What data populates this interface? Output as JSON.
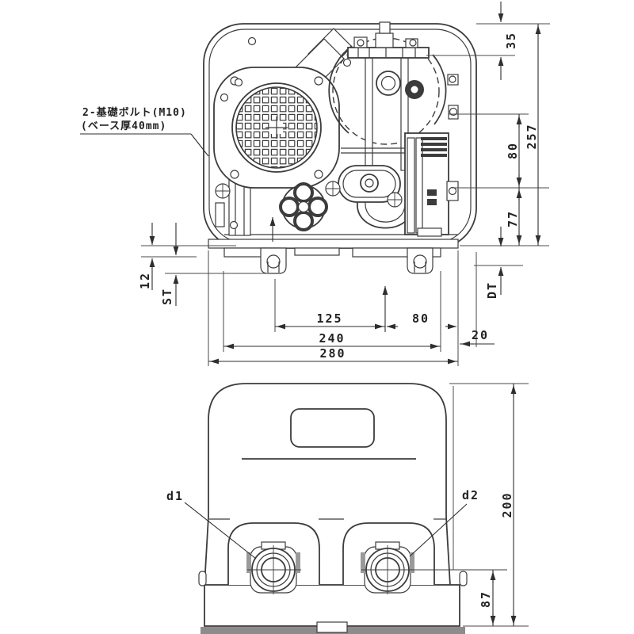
{
  "callout": {
    "line1": "2-基礎ボルト(M10)",
    "line2": "(ベース厚40mm)"
  },
  "plan_view_dims": {
    "d35": "35",
    "d80_right": "80",
    "d257": "257",
    "d77": "77",
    "dDT": "DT",
    "d12": "12",
    "dST": "ST",
    "d125": "125",
    "d80_bottom": "80",
    "d240": "240",
    "d20": "20",
    "d280": "280"
  },
  "front_view": {
    "port_labels": {
      "d1": "d1",
      "d2": "d2"
    },
    "dims": {
      "d200": "200",
      "d87": "87"
    }
  },
  "colors": {
    "line": "#3c3c3c",
    "dim_text": "#222222",
    "base_band": "#8c8c8c",
    "clamp_tick": "#9a9a9a",
    "background": "#ffffff"
  }
}
